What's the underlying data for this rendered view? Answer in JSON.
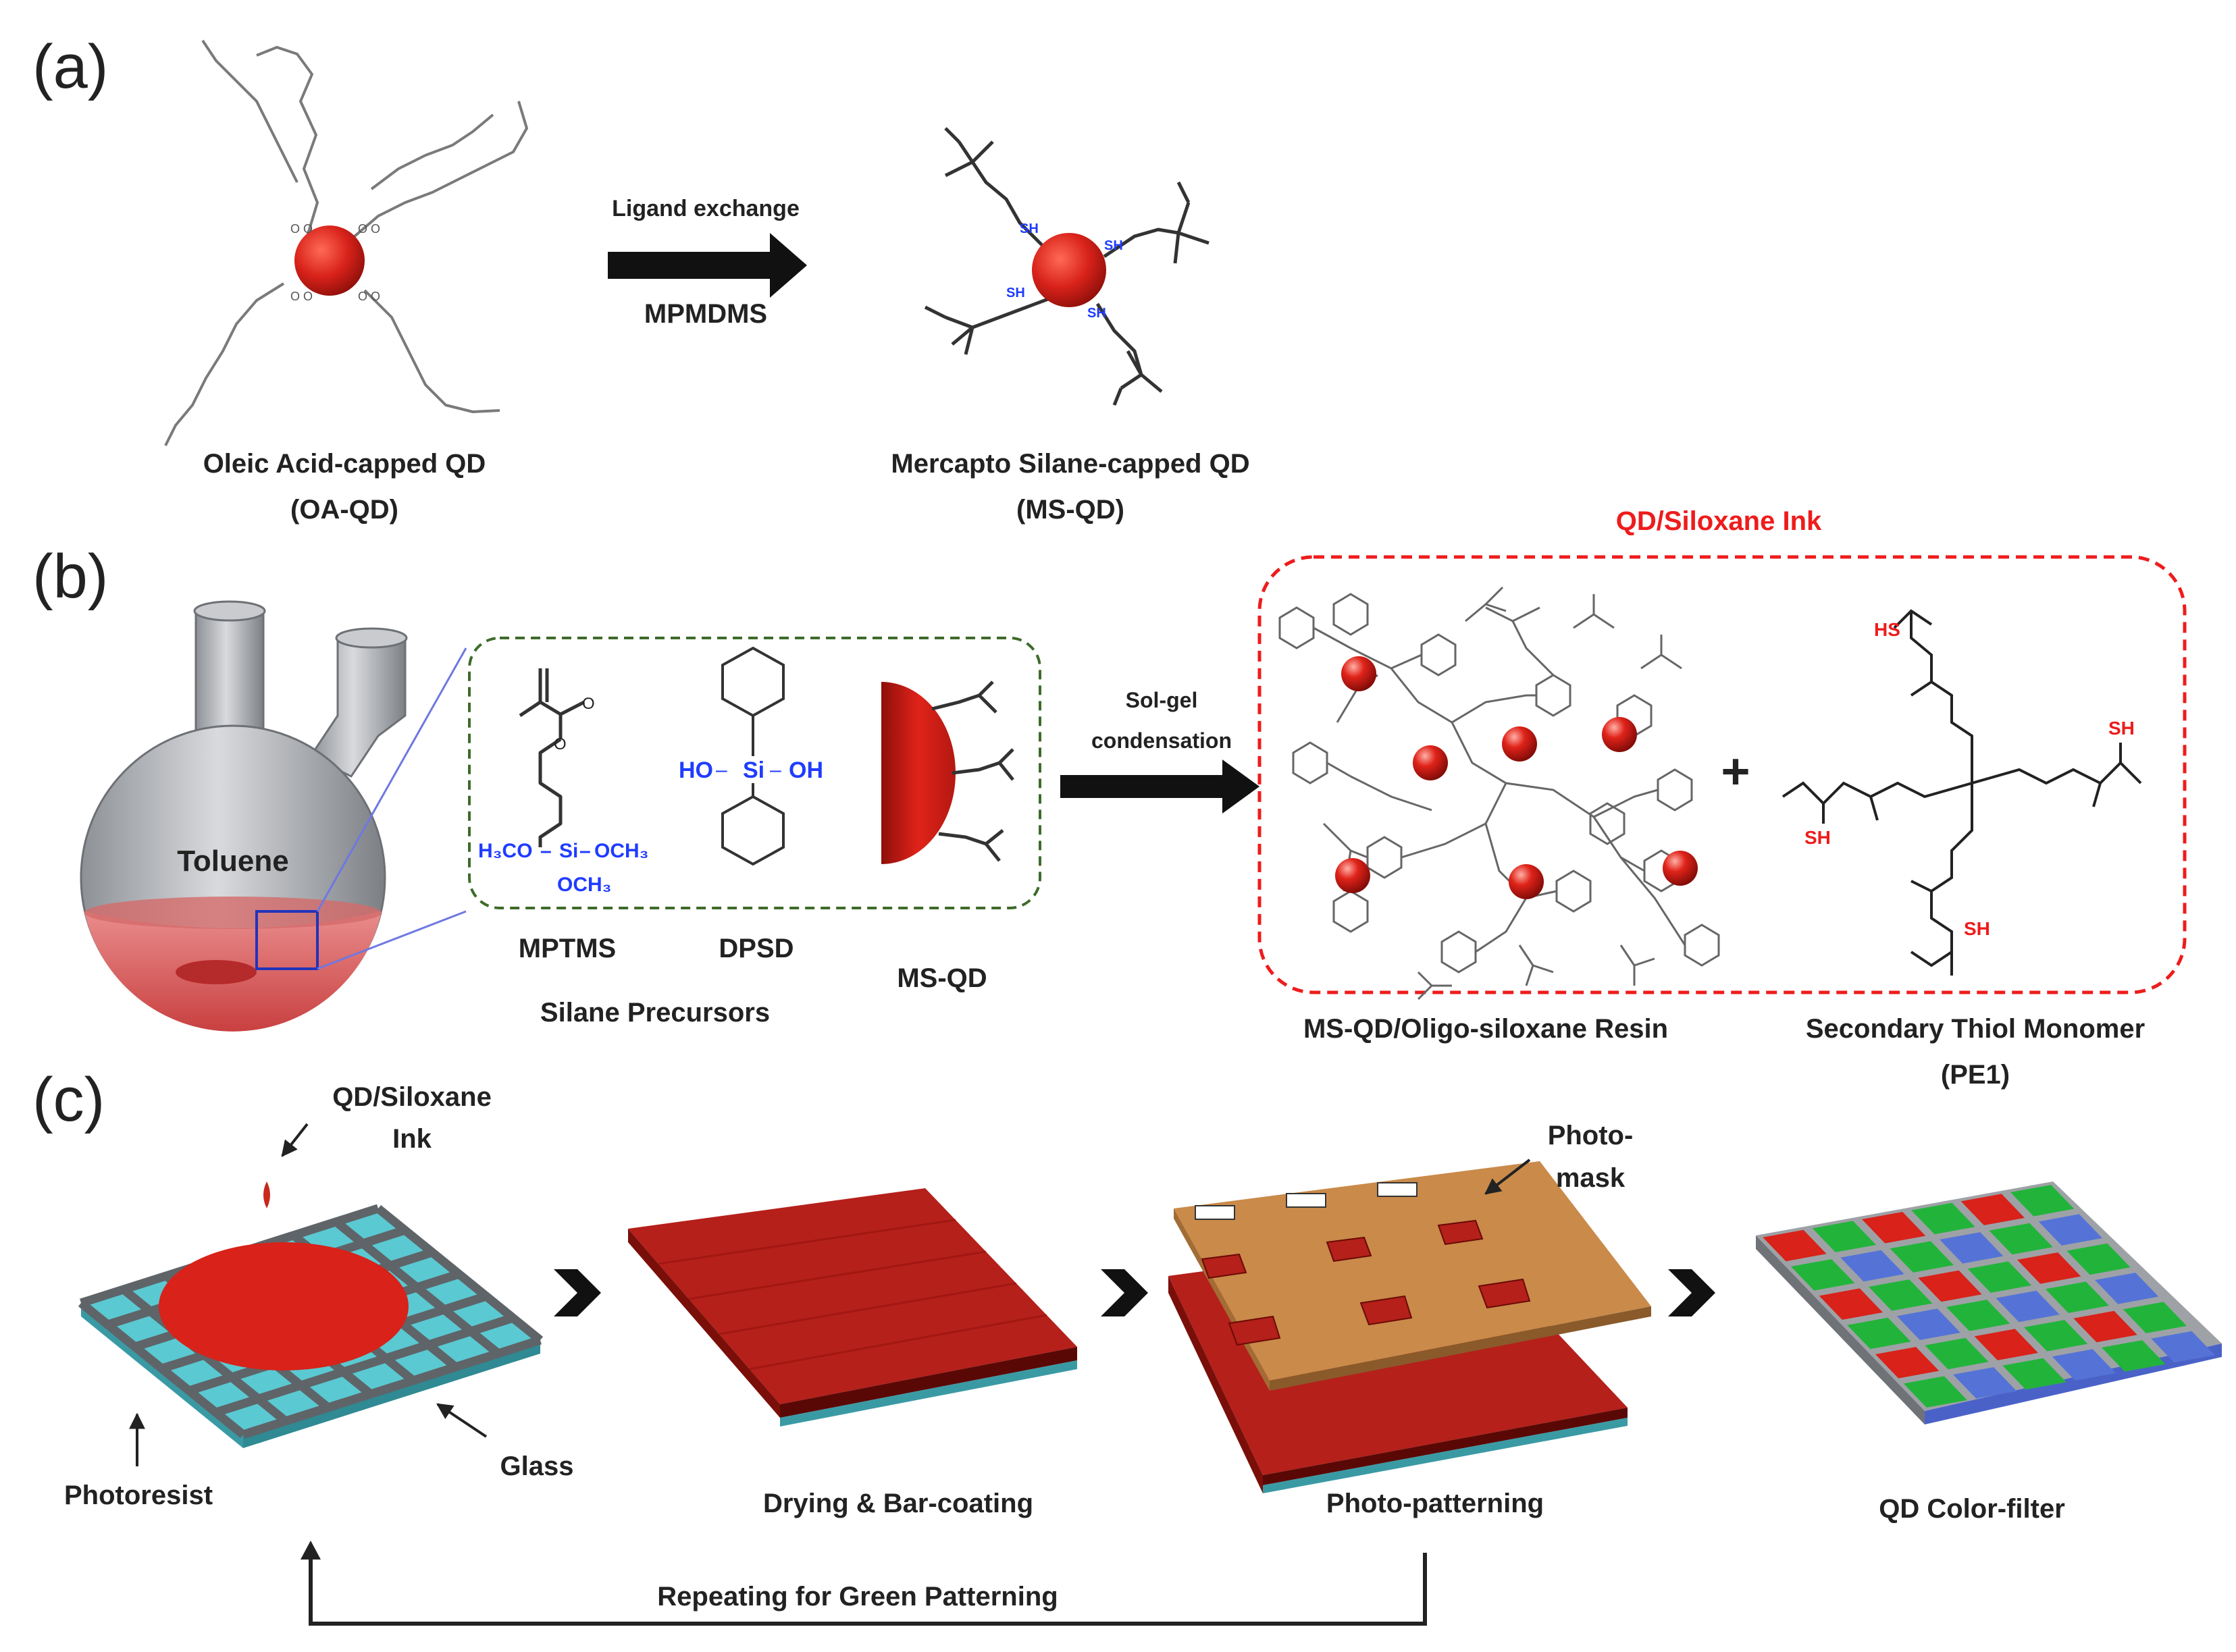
{
  "panels": {
    "a": "(a)",
    "b": "(b)",
    "c": "(c)"
  },
  "panel_a": {
    "oa_qd_name": "Oleic Acid-capped QD",
    "oa_qd_abbr": "(OA-QD)",
    "arrow_top": "Ligand exchange",
    "arrow_bottom": "MPMDMS",
    "ms_qd_name": "Mercapto Silane-capped QD",
    "ms_qd_abbr": "(MS-QD)",
    "sh": "SH"
  },
  "panel_b": {
    "flask_solvent": "Toluene",
    "mptms_label": "MPTMS",
    "dpsd_label": "DPSD",
    "msqd_label": "MS-QD",
    "precursors_label": "Silane Precursors",
    "mptms_h3co": "H₃CO",
    "mptms_si": "Si",
    "mptms_och3_right": "OCH₃",
    "mptms_och3_bottom": "OCH₃",
    "dpsd_ho": "HO",
    "dpsd_si": "Si",
    "dpsd_oh": "OH",
    "arrow_top": "Sol-gel",
    "arrow_bottom": "condensation",
    "ink_title": "QD/Siloxane Ink",
    "plus": "+",
    "resin_label": "MS-QD/Oligo-siloxane Resin",
    "thiol_name": "Secondary Thiol Monomer",
    "thiol_abbr": "(PE1)",
    "hs": "HS",
    "sh": "SH"
  },
  "panel_c": {
    "ink_label_line1": "QD/Siloxane",
    "ink_label_line2": "Ink",
    "photoresist": "Photoresist",
    "glass": "Glass",
    "drying": "Drying & Bar-coating",
    "mask_line1": "Photo-",
    "mask_line2": "mask",
    "photopatterning": "Photo-patterning",
    "color_filter": "QD Color-filter",
    "repeat": "Repeating for Green Patterning"
  },
  "colors": {
    "qd_red": "#d8221a",
    "resist_gray": "#5f6468",
    "glass_cyan": "#5ac9d2",
    "mask_tan": "#c98a4a",
    "green_pixel": "#22b43a",
    "blue_pixel": "#5573d6",
    "ink_frame_red": "#ee1c1c",
    "precursor_frame_green": "#3d6b2a"
  }
}
